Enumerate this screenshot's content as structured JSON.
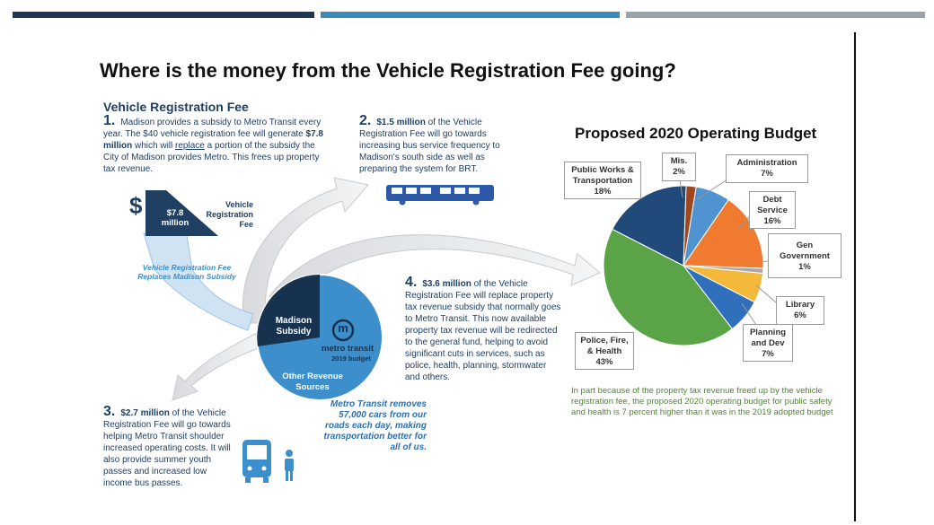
{
  "colors": {
    "bar_navy": "#1f3655",
    "bar_blue": "#3a8ab8",
    "bar_gray": "#9aa3ab",
    "navy": "#1f3f63",
    "blue": "#3d8fcb",
    "green": "#4a8a2a"
  },
  "slide": {
    "title": "Where is the money from the Vehicle Registration Fee going?",
    "section_heading": "Vehicle Registration Fee"
  },
  "step1": {
    "number": "1.",
    "text_a": "Madison provides a subsidy to Metro Transit every year. The $40 vehicle registration fee will generate ",
    "amount": "$7.8 million",
    "text_b": " which will ",
    "replace": "replace",
    "text_c": " a portion of the subsidy the City of Madison provides Metro. This frees up property tax revenue."
  },
  "triangle": {
    "dollar": "$",
    "amount": "$7.8 million",
    "label": "Vehicle Registration Fee"
  },
  "replaces_note": "Vehicle Registration Fee Replaces Madison Subsidy",
  "step2": {
    "number": "2.",
    "amount": "$1.5 million",
    "text": " of the Vehicle Registration Fee will go towards increasing bus service frequency to Madison's south side as well as preparing the system for BRT."
  },
  "step3": {
    "number": "3.",
    "amount": "$2.7 million",
    "text": " of the Vehicle Registration Fee will go towards helping Metro Transit shoulder increased operating costs.  It will also provide summer youth passes and increased low income bus passes."
  },
  "step4": {
    "number": "4.",
    "amount": "$3.6 million",
    "text": " of the Vehicle Registration Fee will replace property tax revenue subsidy that normally goes to Metro Transit. This now available property tax revenue will be redirected to the general fund, helping to avoid significant cuts in services, such as police, health, planning, stormwater and others."
  },
  "metro_circle": {
    "madison_subsidy": "Madison Subsidy",
    "logo_letter": "m",
    "brand": "metro transit",
    "budget": "2019 budget",
    "other_revenue": "Other Revenue Sources"
  },
  "metro_note": "Metro Transit removes 57,000 cars from our roads each day, making transportation better for all of us.",
  "pie_title": "Proposed 2020 Operating Budget",
  "chart_data": {
    "type": "pie",
    "title": "Proposed 2020 Operating Budget",
    "slices": [
      {
        "label": "Administration",
        "value": 7,
        "color": "#4f93d0"
      },
      {
        "label": "Debt Service",
        "value": 16,
        "color": "#f07a30"
      },
      {
        "label": "Gen Government",
        "value": 1,
        "color": "#a8a8a8"
      },
      {
        "label": "Library",
        "value": 6,
        "color": "#f4b83a"
      },
      {
        "label": "Planning and Dev",
        "value": 7,
        "color": "#2f6fbc"
      },
      {
        "label": "Police, Fire, & Health",
        "value": 43,
        "color": "#5aa447"
      },
      {
        "label": "Public Works & Transportation",
        "value": 18,
        "color": "#1f4a7a"
      },
      {
        "label": "Mis.",
        "value": 2,
        "color": "#a0461f"
      }
    ],
    "labels": {
      "administration": [
        "Administration",
        "7%"
      ],
      "debt": [
        "Debt",
        "Service",
        "16%"
      ],
      "gen": [
        "Gen",
        "Government",
        "1%"
      ],
      "library": [
        "Library",
        "6%"
      ],
      "planning": [
        "Planning",
        "and Dev",
        "7%"
      ],
      "police": [
        "Police, Fire,",
        "& Health",
        "43%"
      ],
      "public": [
        "Public Works &",
        "Transportation",
        "18%"
      ],
      "mis": [
        "Mis.",
        "2%"
      ]
    }
  },
  "green_note": "In part because of the property tax revenue freed up by the vehicle registration fee, the proposed 2020 operating budget for public safety and health is 7 percent higher than it was in the 2019 adopted budget"
}
